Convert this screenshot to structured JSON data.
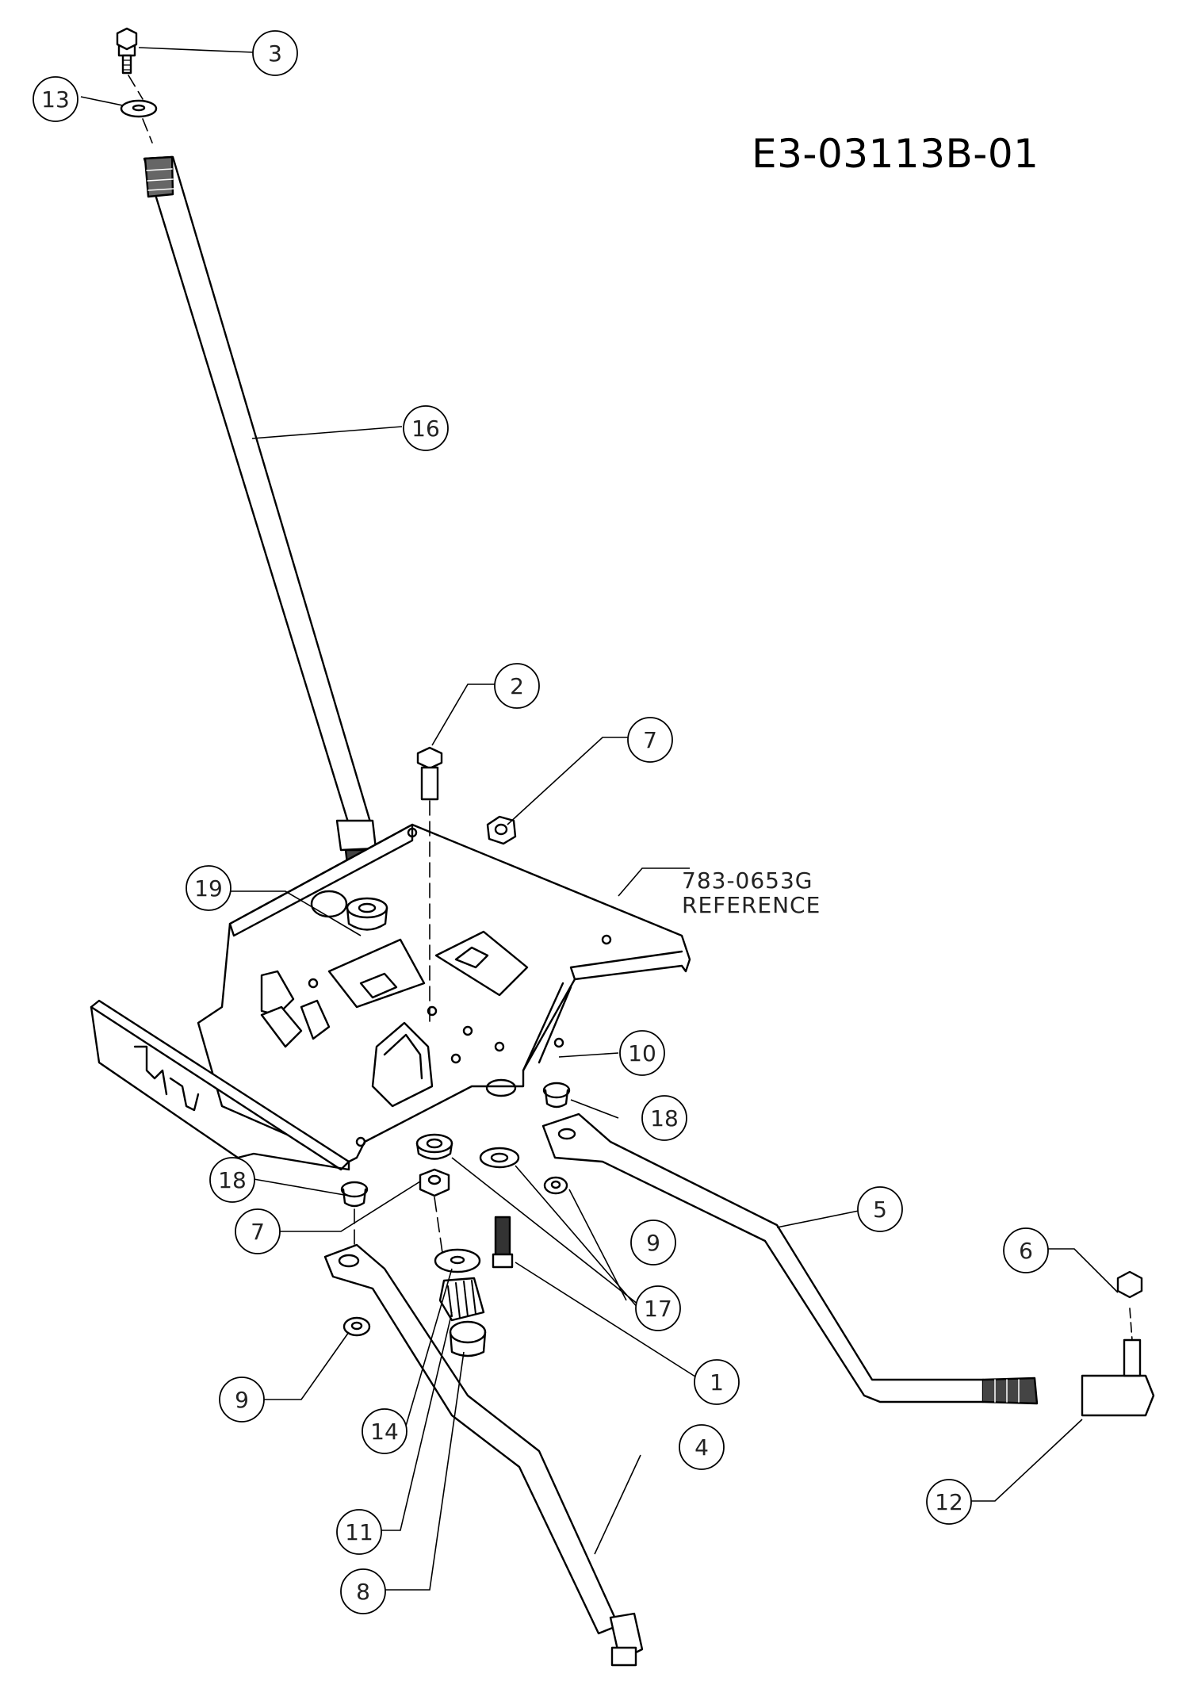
{
  "drawing_number": "E3-03113B-01",
  "reference_note": {
    "part_number": "783-0653G",
    "label": "REFERENCE"
  },
  "callouts": [
    "3",
    "13",
    "16",
    "2",
    "7",
    "19",
    "10",
    "18",
    "18",
    "7",
    "9",
    "17",
    "9",
    "5",
    "6",
    "1",
    "14",
    "4",
    "11",
    "12",
    "8"
  ]
}
